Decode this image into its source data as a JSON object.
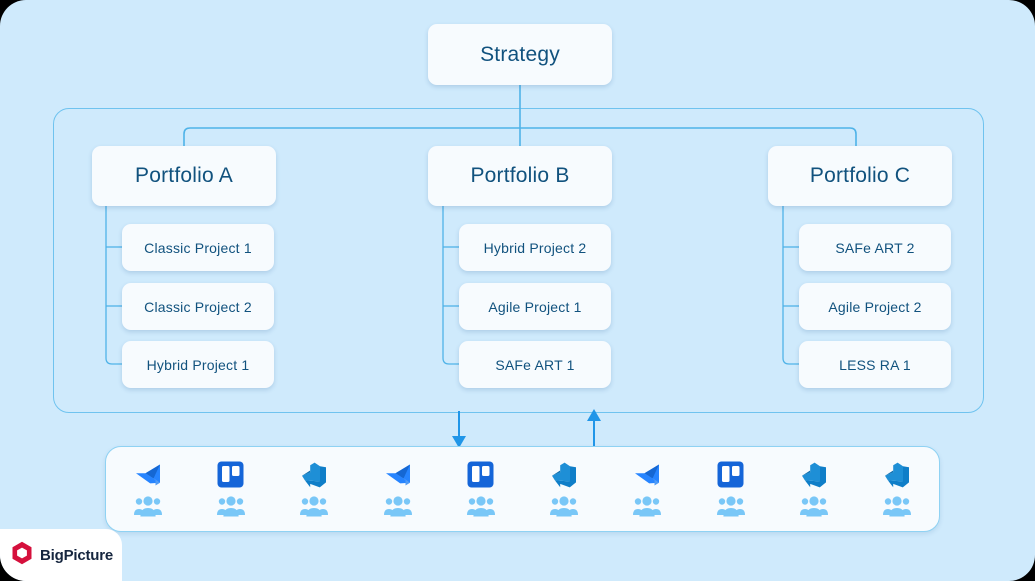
{
  "diagram": {
    "root": {
      "label": "Strategy"
    },
    "portfolios": [
      {
        "label": "Portfolio A",
        "children": [
          "Classic Project 1",
          "Classic Project 2",
          "Hybrid Project 1"
        ]
      },
      {
        "label": "Portfolio B",
        "children": [
          "Hybrid Project 2",
          "Agile Project 1",
          "SAFe ART 1"
        ]
      },
      {
        "label": "Portfolio C",
        "children": [
          "SAFe ART 2",
          "Agile Project 2",
          "LESS RA 1"
        ]
      }
    ],
    "teams": [
      {
        "tool": "jira-icon",
        "members": "people-icon"
      },
      {
        "tool": "trello-icon",
        "members": "people-icon"
      },
      {
        "tool": "azure-devops-icon",
        "members": "people-icon"
      },
      {
        "tool": "jira-icon",
        "members": "people-icon"
      },
      {
        "tool": "trello-icon",
        "members": "people-icon"
      },
      {
        "tool": "azure-devops-icon",
        "members": "people-icon"
      },
      {
        "tool": "jira-icon",
        "members": "people-icon"
      },
      {
        "tool": "trello-icon",
        "members": "people-icon"
      },
      {
        "tool": "azure-devops-icon",
        "members": "people-icon"
      },
      {
        "tool": "azure-devops-icon",
        "members": "people-icon"
      }
    ],
    "flow_arrows": [
      {
        "name": "arrow-down-to-teams",
        "direction": "down"
      },
      {
        "name": "arrow-up-from-teams",
        "direction": "up"
      }
    ]
  },
  "brand": {
    "name": "BigPicture",
    "mark": "hexagon-logo-icon"
  },
  "colors": {
    "canvas_bg": "#cfeafc",
    "node_bg": "#f7fbfe",
    "node_text": "#11527e",
    "wire": "#4fb3e8",
    "accent_blue": "#2684ff",
    "people_blue": "#79c7f7",
    "brand_red": "#d5103c",
    "brand_text": "#16263f"
  }
}
